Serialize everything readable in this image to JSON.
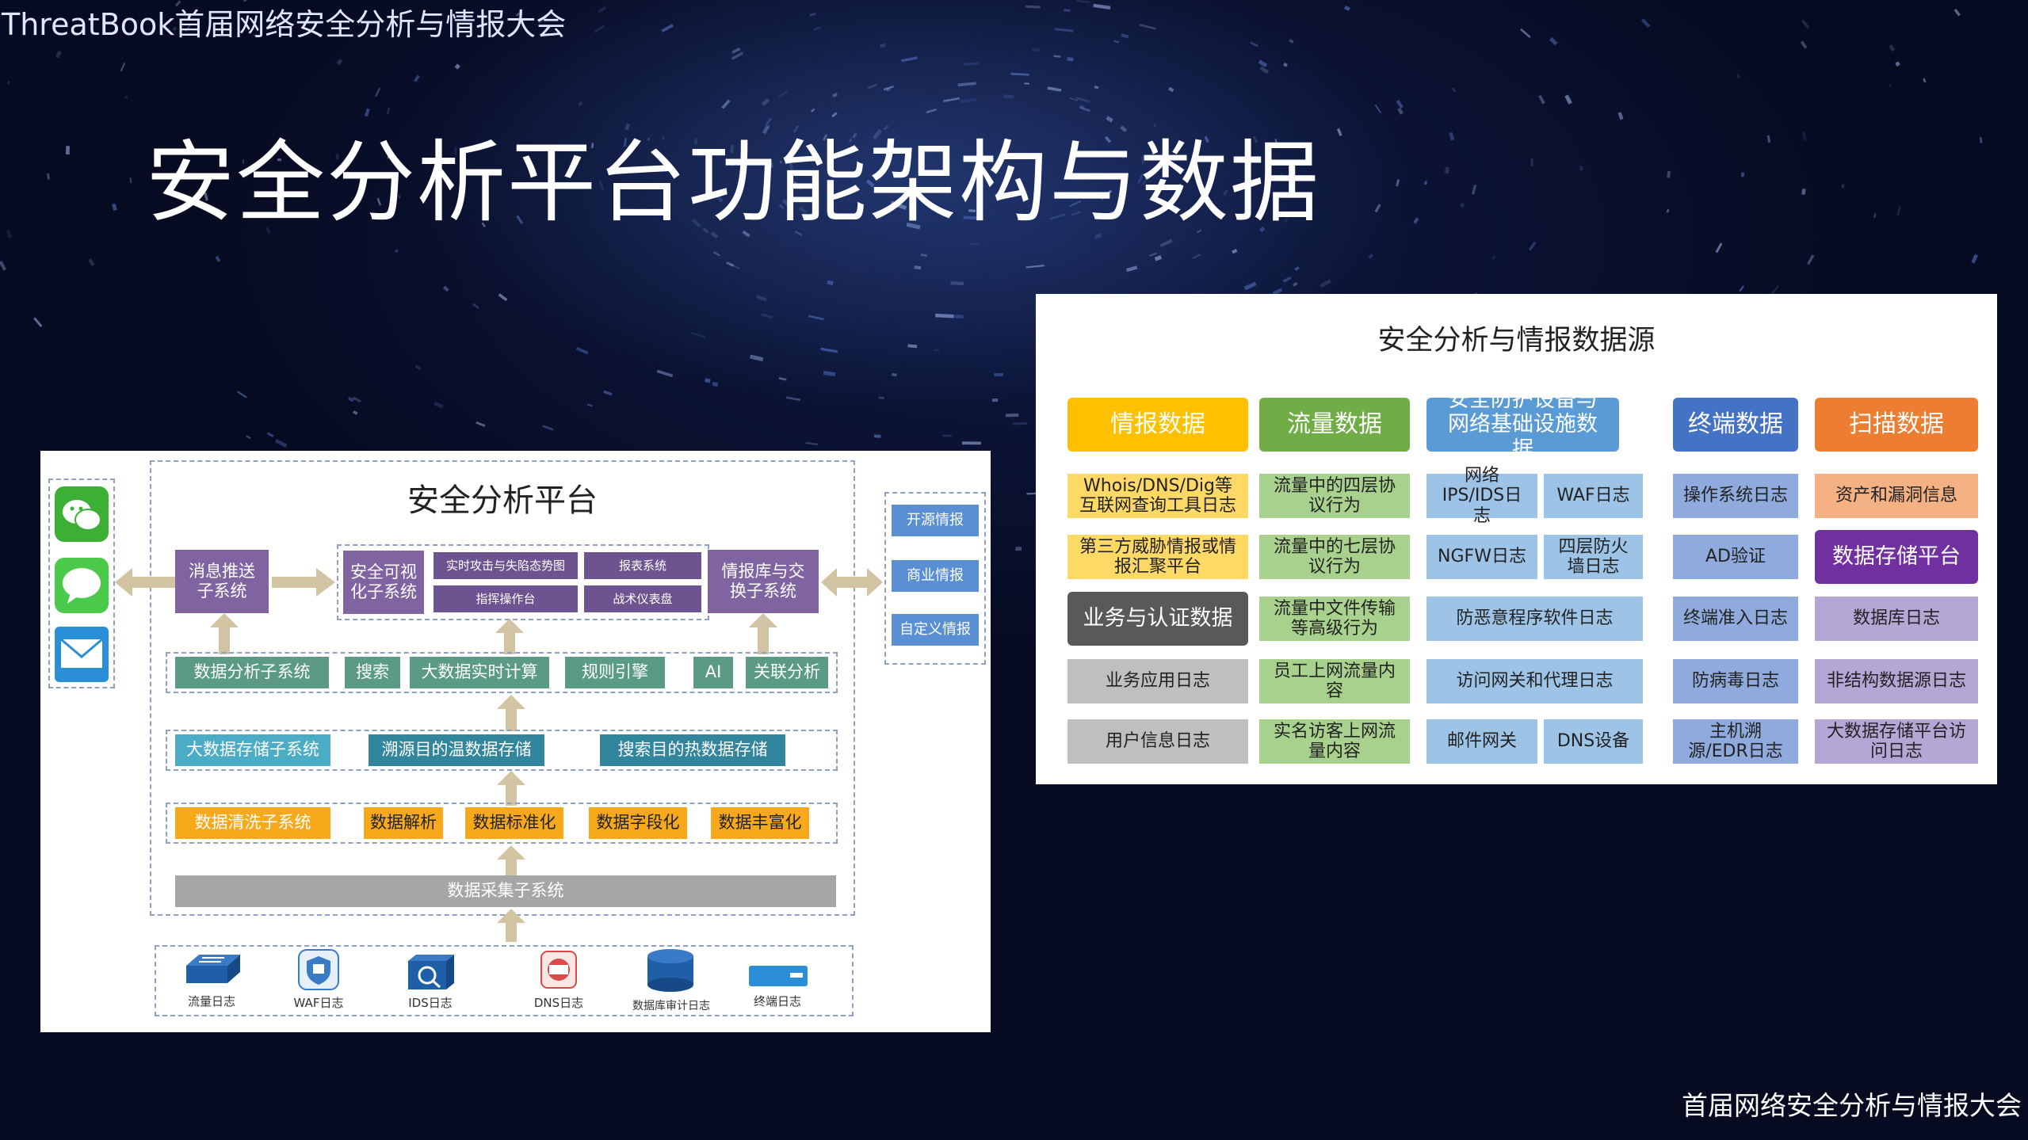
{
  "header": {
    "brand": "ThreatBook首届网络安全分析与情报大会"
  },
  "page_title": "安全分析平台功能架构与数据",
  "footer": {
    "text": "首届网络安全分析与情报大会"
  },
  "left_diagram": {
    "title": "安全分析平台",
    "push": "消息推送子系统",
    "visual": "安全可视化子系统",
    "visual_items": [
      "实时攻击与失陷态势图",
      "报表系统",
      "指挥操作台",
      "战术仪表盘"
    ],
    "intel_exchange": "情报库与交换子系统",
    "intel_sources": [
      "开源情报",
      "商业情报",
      "自定义情报"
    ],
    "analysis": [
      "数据分析子系统",
      "搜索",
      "大数据实时计算",
      "规则引擎",
      "AI",
      "关联分析"
    ],
    "storage": [
      "大数据存储子系统",
      "溯源目的温数据存储",
      "搜索目的热数据存储"
    ],
    "cleaning": [
      "数据清洗子系统",
      "数据解析",
      "数据标准化",
      "数据字段化",
      "数据丰富化"
    ],
    "collection": "数据采集子系统",
    "sources": [
      "流量日志",
      "WAF日志",
      "IDS日志",
      "DNS日志",
      "数据库审计日志",
      "终端日志"
    ],
    "source_icons": [
      "switch-icon",
      "waf-shield-icon",
      "ids-icon",
      "dns-icon",
      "database-icon",
      "terminal-icon"
    ],
    "notify_icons": [
      "wechat-icon",
      "sms-icon",
      "email-icon"
    ]
  },
  "right_table": {
    "title": "安全分析与情报数据源",
    "headers": [
      "情报数据",
      "流量数据",
      "安全防护设备与网络基础设施数据",
      "终端数据",
      "扫描数据"
    ],
    "cells": {
      "r1": [
        "Whois/DNS/Dig等互联网查询工具日志",
        "流量中的四层协议行为",
        "网络IPS/IDS日志",
        "WAF日志",
        "操作系统日志",
        "资产和漏洞信息"
      ],
      "r2": [
        "第三方威胁情报或情报汇聚平台",
        "流量中的七层协议行为",
        "NGFW日志",
        "四层防火墙日志",
        "AD验证",
        "数据存储平台"
      ],
      "r3": [
        "业务与认证数据",
        "流量中文件传输等高级行为",
        "防恶意程序软件日志",
        "终端准入日志",
        "数据库日志"
      ],
      "r4": [
        "业务应用日志",
        "员工上网流量内容",
        "访问网关和代理日志",
        "防病毒日志",
        "非结构数据源日志"
      ],
      "r5": [
        "用户信息日志",
        "实名访客上网流量内容",
        "邮件网关",
        "DNS设备",
        "主机溯源/EDR日志",
        "大数据存储平台访问日志"
      ]
    }
  },
  "colors": {
    "background": "#070b22",
    "accent": "#3f6fd8"
  }
}
